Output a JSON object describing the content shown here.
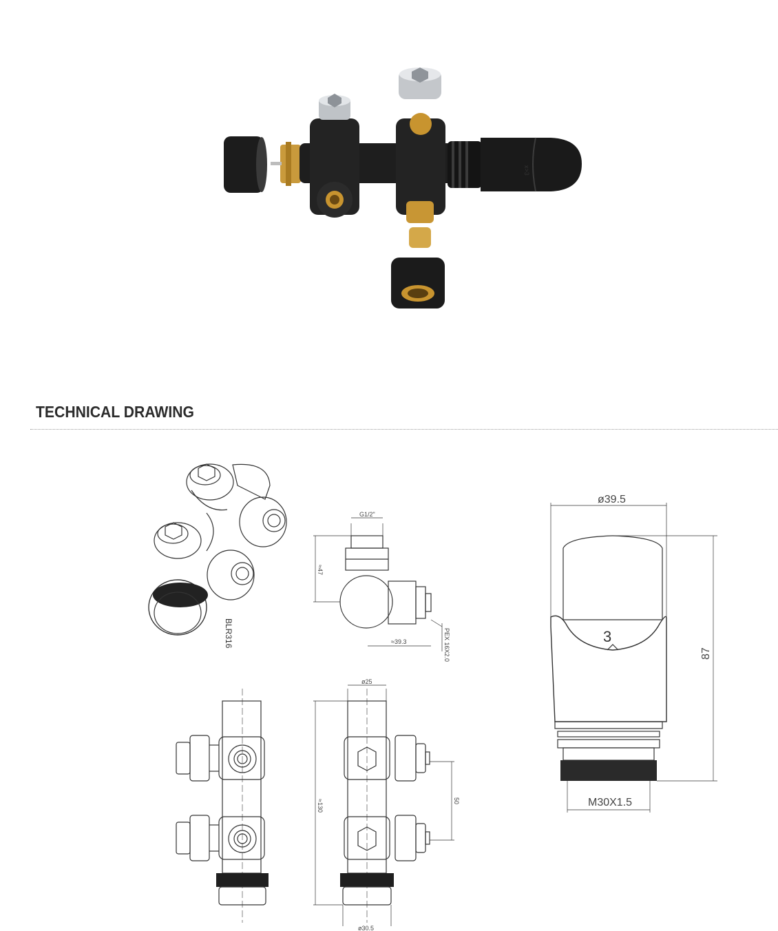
{
  "section": {
    "title": "TECHNICAL DRAWING"
  },
  "photo": {
    "knob_marks": "x>3"
  },
  "drawing": {
    "model_code": "BLR316",
    "thread_top": "G1/2\"",
    "dim_height_left": "≈47",
    "dim_width": "≈39.3",
    "dim_pex": "PEX 16X2.0",
    "dim_diameter_top": "ø25",
    "dim_total_height": "≈130",
    "dim_spacing": "50",
    "dim_diameter_bottom": "ø30.5",
    "head_diameter": "ø39.5",
    "head_height": "87",
    "head_thread": "M30X1.5",
    "head_number": "3"
  }
}
